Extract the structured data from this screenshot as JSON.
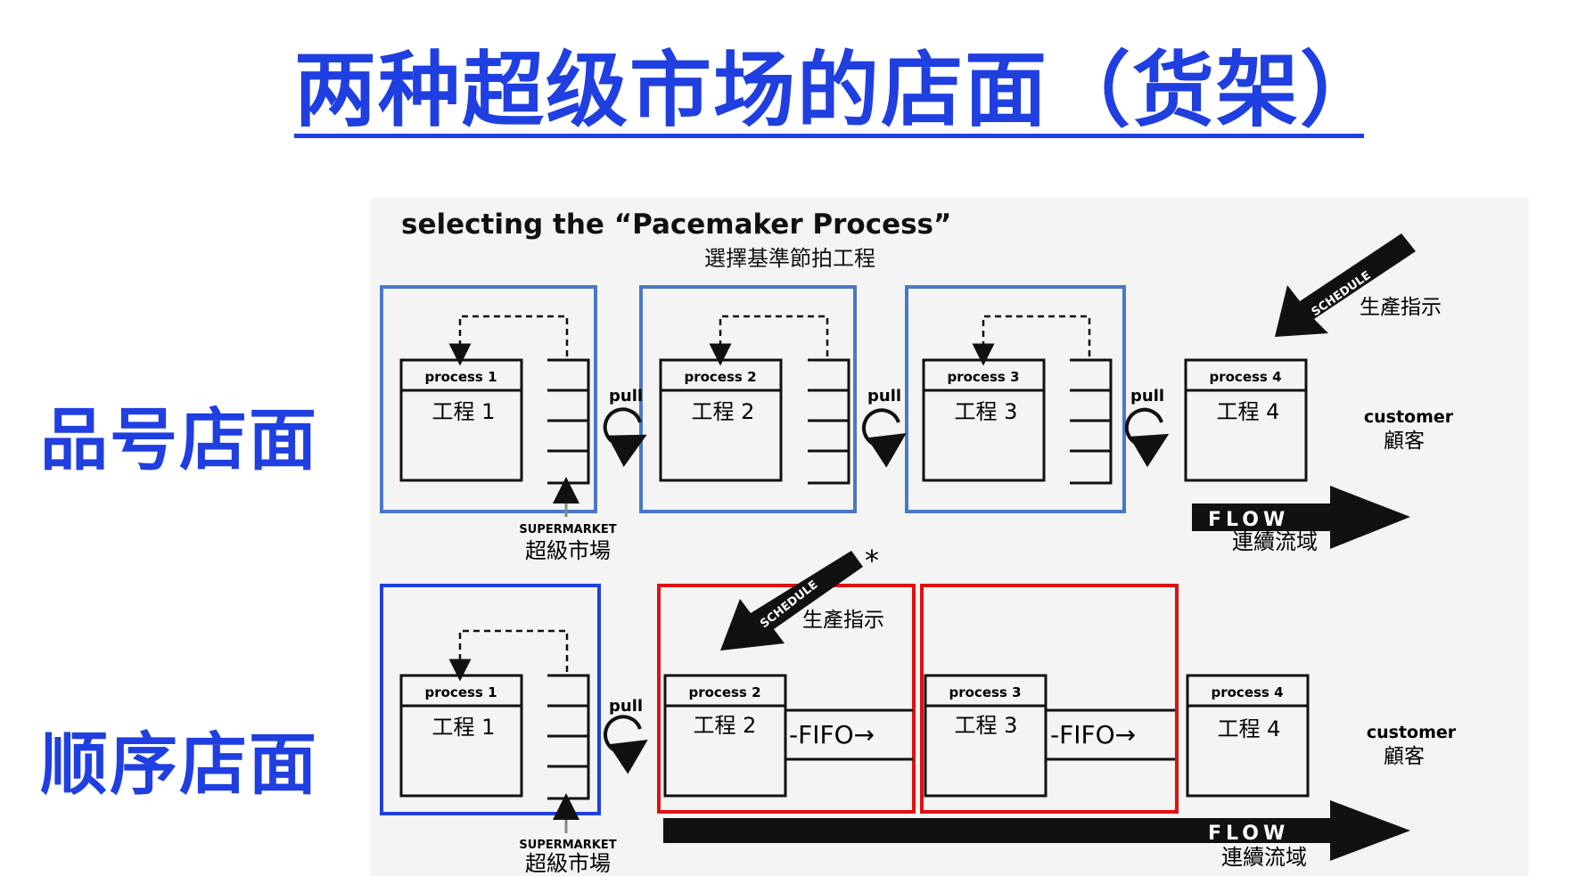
{
  "page": {
    "title": "两种超级市场的店面（货架）",
    "row_labels": {
      "top": "品号店面",
      "bottom": "顺序店面"
    }
  },
  "diagram": {
    "heading": "selecting the “Pacemaker Process”",
    "heading_cn": "選擇基準節拍工程",
    "schedule_label": "SCHEDULE",
    "schedule_cn": "生產指示",
    "asterisk": "*",
    "pull_label": "pull",
    "supermarket_label": "SUPERMARKET",
    "supermarket_cn": "超級市場",
    "customer_label": "customer",
    "customer_cn": "顧客",
    "flow_label": "FLOW",
    "flow_cn": "連續流域",
    "fifo_label": "-FIFO→",
    "top_row": [
      {
        "header": "process 1",
        "name": "工程 1"
      },
      {
        "header": "process 2",
        "name": "工程 2"
      },
      {
        "header": "process 3",
        "name": "工程 3"
      },
      {
        "header": "process 4",
        "name": "工程 4"
      }
    ],
    "bottom_row": [
      {
        "header": "process 1",
        "name": "工程 1"
      },
      {
        "header": "process 2",
        "name": "工程 2"
      },
      {
        "header": "process 3",
        "name": "工程 3"
      },
      {
        "header": "process 4",
        "name": "工程 4"
      }
    ],
    "colors": {
      "title": "#1f3fe0",
      "outline_blue": "#4a78c8",
      "outline_red": "#e01010"
    }
  }
}
